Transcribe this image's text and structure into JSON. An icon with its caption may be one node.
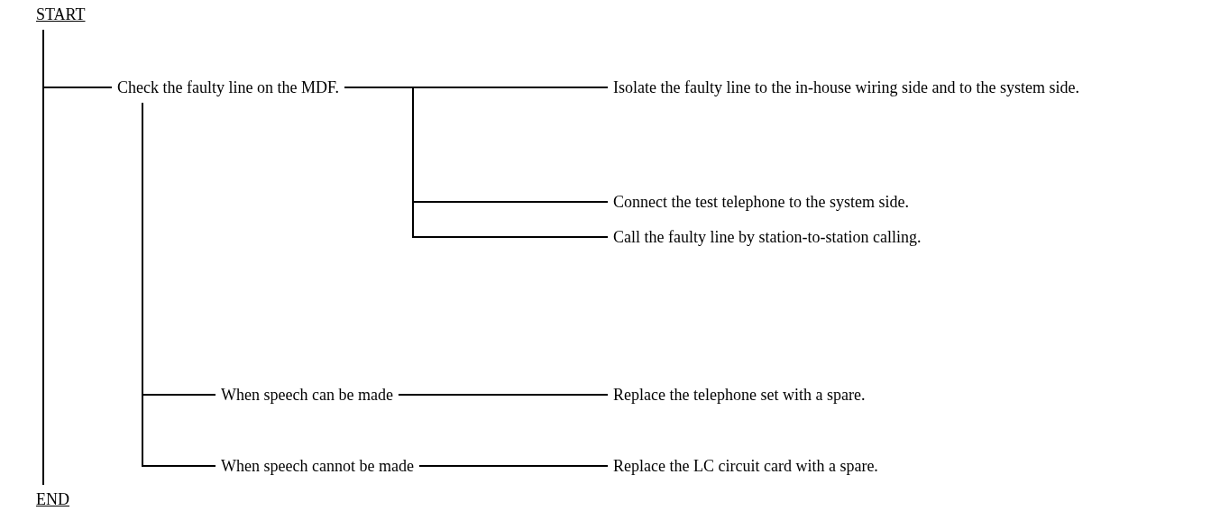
{
  "diagram": {
    "nodes": [
      {
        "text": [
          "START"
        ]
      },
      {
        "text": [
          "END"
        ]
      },
      {
        "text": [
          "Check the faulty line on the MDF."
        ]
      },
      {
        "text": [
          "Isolate the faulty line to the in-house wiring side and to the system side."
        ]
      },
      {
        "text": [
          "Connect the test telephone to the system side."
        ]
      },
      {
        "text": [
          "Call the faulty line by station-to-station calling."
        ]
      },
      {
        "text": [
          "When speech can be made"
        ]
      },
      {
        "text": [
          "When speech cannot be made"
        ]
      },
      {
        "text": [
          "Replace the telephone set with a spare."
        ]
      },
      {
        "text": [
          "Replace the LC circuit card with a spare."
        ]
      }
    ],
    "edges": [
      {
        "from": 0,
        "to": 1,
        "arrow": "none"
      },
      {
        "from": 0,
        "to": 2,
        "arrow": "none"
      },
      {
        "from": 2,
        "to": 3,
        "arrow": "none"
      },
      {
        "from": 2,
        "to": 4,
        "arrow": "none"
      },
      {
        "from": 2,
        "to": 5,
        "arrow": "none"
      },
      {
        "from": 2,
        "to": 6,
        "arrow": "none"
      },
      {
        "from": 2,
        "to": 7,
        "arrow": "none"
      },
      {
        "from": 6,
        "to": 8,
        "arrow": "none"
      },
      {
        "from": 7,
        "to": 9,
        "arrow": "none"
      }
    ]
  }
}
